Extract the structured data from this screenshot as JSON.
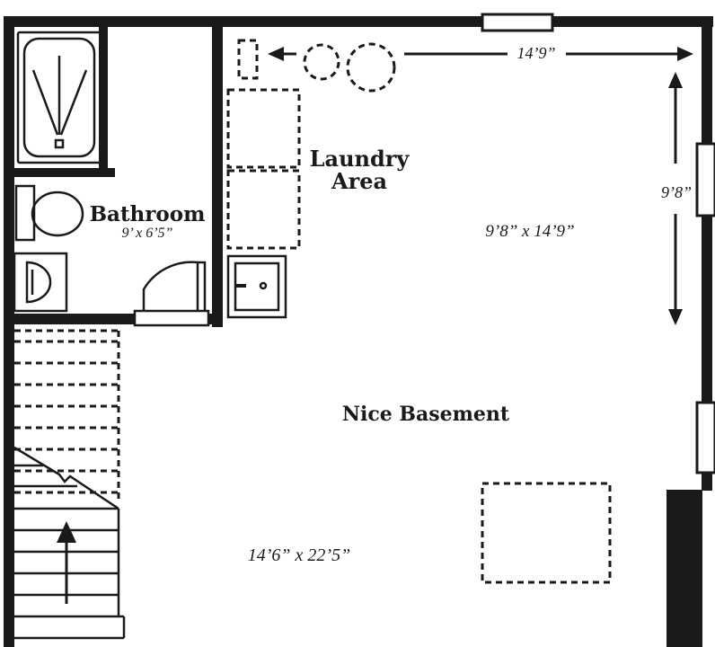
{
  "rooms": {
    "bathroom": {
      "name": "Bathroom",
      "size": "9’ x 6’5”"
    },
    "laundry": {
      "line1": "Laundry",
      "line2": "Area"
    },
    "laundry_dims": {
      "width": "14’9”",
      "depth": "9’8”",
      "area": "9’8” x 14’9”"
    },
    "basement": {
      "name": "Nice Basement",
      "size": "14’6” x 22’5”"
    }
  },
  "icons": {
    "bathtub": "bathtub-icon",
    "toilet": "toilet-icon",
    "bath_sink": "sink-icon",
    "utility_sink": "utility-sink-icon",
    "door_swing": "door-swing-icon",
    "stairs_arrow": "arrow-up-icon",
    "dimension_arrow": "dimension-arrow-icon"
  },
  "colors": {
    "ink": "#1a1a1a",
    "background": "#ffffff"
  }
}
